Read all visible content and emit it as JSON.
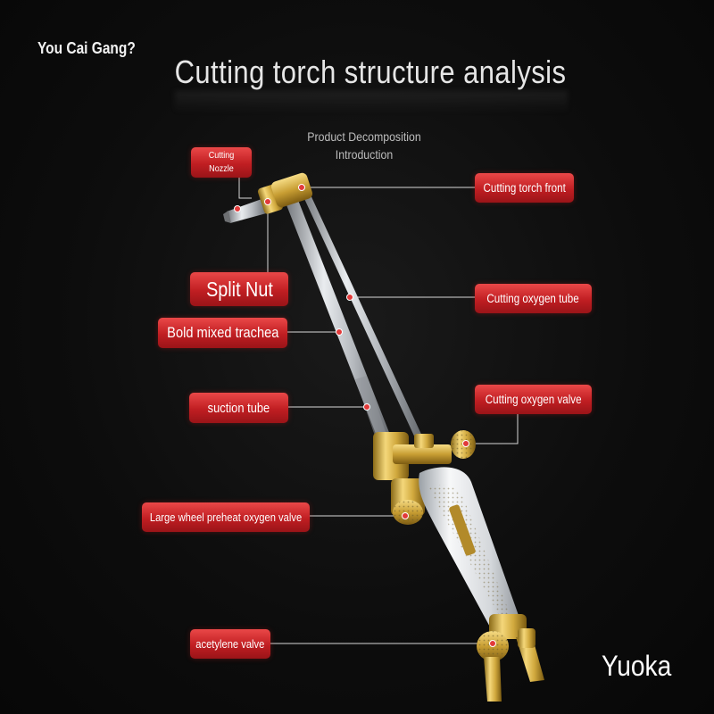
{
  "brand_top": "You Cai Gang?",
  "title": "Cutting torch structure analysis",
  "subtitle": {
    "line1": "Product Decomposition",
    "line2": "Introduction"
  },
  "brand_bottom": "Yuoka",
  "labels": {
    "cutting_nozzle": "Cutting Nozzle",
    "split_nut": "Split Nut",
    "bold_mixed_trachea": "Bold mixed trachea",
    "suction_tube": "suction tube",
    "large_wheel_valve": "Large wheel preheat oxygen valve",
    "acetylene_valve": "acetylene valve",
    "cutting_torch_front": "Cutting torch front",
    "cutting_oxygen_tube": "Cutting oxygen tube",
    "cutting_oxygen_valve": "Cutting oxygen valve"
  },
  "colors": {
    "label_red": "#c01e22",
    "brass": "#c9a43a",
    "steel": "#b5b8bc",
    "leader_line": "#d8d8d8"
  }
}
